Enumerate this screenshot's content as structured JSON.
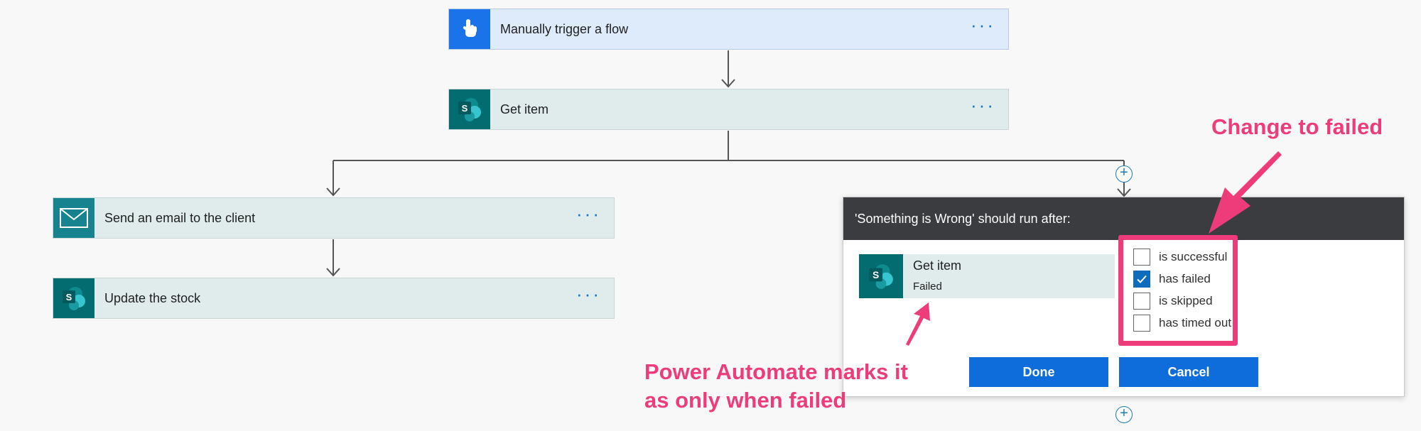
{
  "flow": {
    "trigger": {
      "title": "Manually trigger a flow",
      "more": "···"
    },
    "get_item": {
      "title": "Get item",
      "more": "···"
    },
    "send_email": {
      "title": "Send an email to the client",
      "more": "···"
    },
    "update_stock": {
      "title": "Update the stock",
      "more": "···"
    },
    "add_step_symbol": "+"
  },
  "dialog": {
    "header": "'Something is Wrong' should run after:",
    "predecessor": {
      "name": "Get item",
      "status": "Failed"
    },
    "options": [
      {
        "label": "is successful",
        "checked": false
      },
      {
        "label": "has failed",
        "checked": true
      },
      {
        "label": "is skipped",
        "checked": false
      },
      {
        "label": "has timed out",
        "checked": false
      }
    ],
    "done_label": "Done",
    "cancel_label": "Cancel"
  },
  "annotations": {
    "change_to_failed": "Change to failed",
    "marks_line1": "Power Automate marks it",
    "marks_line2": "as only when failed"
  },
  "icons": {
    "trigger": "hand-pointer-icon",
    "sharepoint": "sharepoint-icon",
    "email": "envelope-icon",
    "checkmark": "check-icon",
    "add": "plus-circle-icon"
  },
  "colors": {
    "accent": "#0f6cdb",
    "annotation": "#ee3b7a",
    "sharepoint": "#036c70",
    "email_teal": "#16838f",
    "trigger_blue": "#1a73e8",
    "dialog_header": "#3a3c3f"
  }
}
